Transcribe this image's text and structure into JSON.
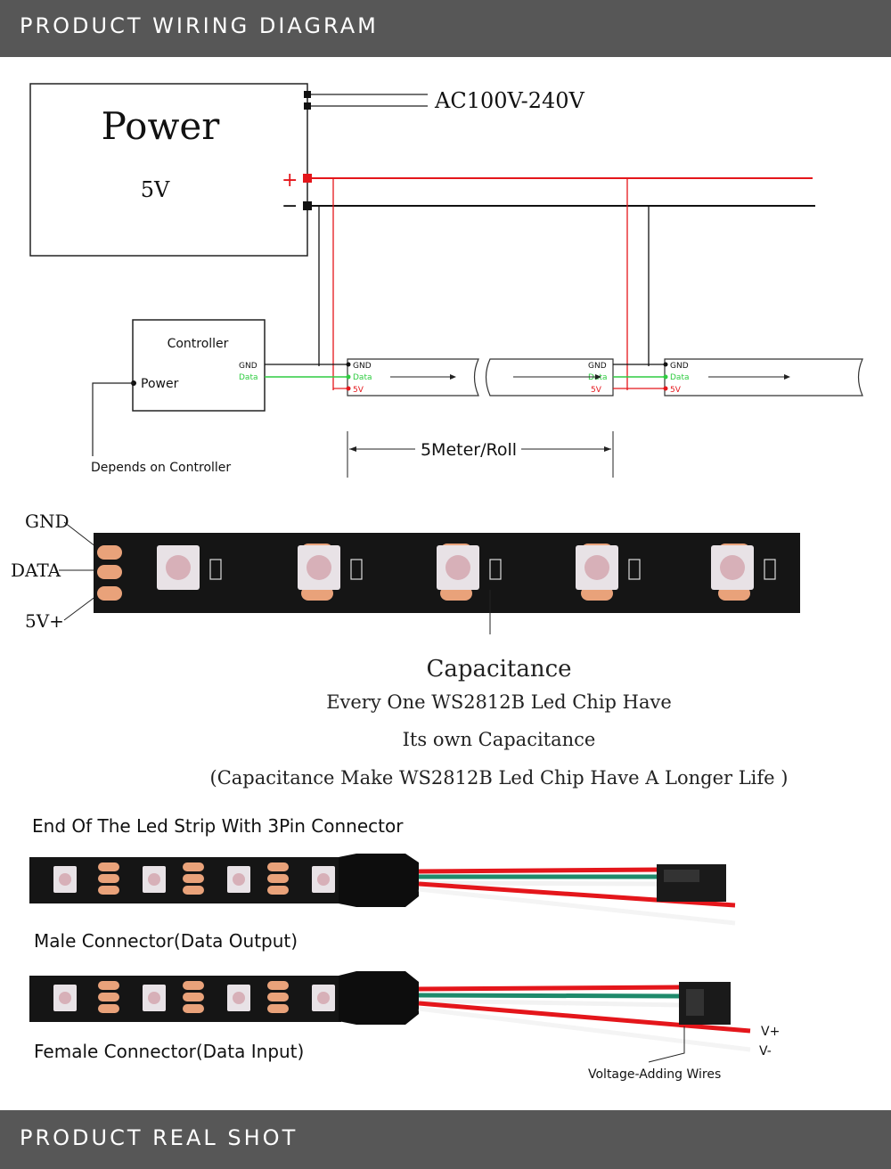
{
  "banners": {
    "top": "PRODUCT WIRING DIAGRAM",
    "bottom": "PRODUCT REAL SHOT"
  },
  "wiring": {
    "power_box_title": "Power",
    "power_box_voltage": "5V",
    "ac_label": "AC100V-240V",
    "plus": "+",
    "minus": "−",
    "controller_label": "Controller",
    "controller_power": "Power",
    "controller_depends": "Depends on Controller",
    "pin_gnd": "GND",
    "pin_data": "Data",
    "pin_5v": "5V",
    "roll_length": "5Meter/Roll"
  },
  "strip": {
    "gnd_label": "GND",
    "data_label": "DATA",
    "vplus_label": "5V+",
    "cap_title": "Capacitance",
    "cap_line1": "Every One WS2812B Led Chip Have",
    "cap_line2": "Its own Capacitance",
    "cap_line3": "(Capacitance Make WS2812B Led Chip Have A Longer Life )"
  },
  "connectors": {
    "heading": "End Of The Led Strip With 3Pin Connector",
    "male": "Male Connector(Data Output)",
    "female": "Female Connector(Data Input)",
    "vplus": "V+",
    "vminus": "V-",
    "voltage_wires": "Voltage-Adding Wires"
  },
  "colors": {
    "banner": "#575757",
    "wire_red": "#e4161b",
    "wire_data": "#2ecc40",
    "wire_black": "#111111",
    "strip_black": "#151515",
    "pad_copper": "#e9a27a"
  }
}
